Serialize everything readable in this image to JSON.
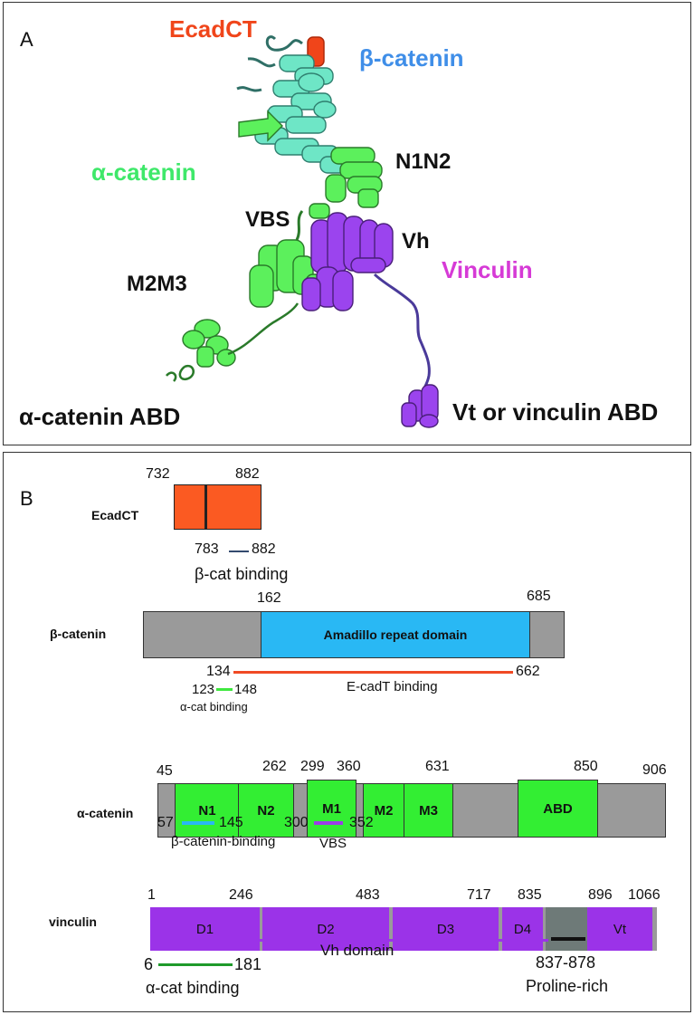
{
  "panelA": {
    "letter": "A",
    "labels": {
      "ecadct": "EcadCT",
      "beta_catenin": "β-catenin",
      "alpha_catenin": "α-catenin",
      "n1n2": "N1N2",
      "vbs": "VBS",
      "vh": "Vh",
      "vinculin": "Vinculin",
      "m2m3": "M2M3",
      "alpha_abd": "α-catenin ABD",
      "vt": "Vt or vinculin ABD"
    },
    "colors": {
      "ecadct": "#f0451a",
      "beta": "#3f8ee8",
      "alpha": "#3fe86a",
      "vinculin": "#d63ad6",
      "beta_structure": "#6ee6c6",
      "alpha_structure": "#5cf05c",
      "vinculin_structure": "#9b44ee"
    }
  },
  "panelB": {
    "letter": "B",
    "ecadct": {
      "name": "EcadCT",
      "start": "732",
      "end": "882",
      "binding_start": "783",
      "binding_end": "882",
      "binding_label": "β-cat binding",
      "color": "#fb5a22"
    },
    "beta": {
      "name": "β-catenin",
      "start": "162",
      "end": "685",
      "domain": "Amadillo repeat domain",
      "ecad_start": "134",
      "ecad_end": "662",
      "ecad_label": "E-cadT binding",
      "alpha_start": "123",
      "alpha_end": "148",
      "alpha_label": "α-cat binding",
      "domain_color": "#29b8f4",
      "ecad_line_color": "#f04a24",
      "alpha_line_color": "#3fe83f"
    },
    "alpha": {
      "name": "α-catenin",
      "numbers": [
        "45",
        "262",
        "299",
        "360",
        "631",
        "850",
        "906"
      ],
      "domains": [
        "N1",
        "N2",
        "M1",
        "M2",
        "M3",
        "ABD"
      ],
      "beta_start": "57",
      "beta_end": "145",
      "beta_label": "β-catenin-binding",
      "vbs_start": "300",
      "vbs_end": "352",
      "vbs_label": "VBS",
      "domain_color": "#33ee33",
      "beta_line_color": "#29b8f4",
      "vbs_line_color": "#9b3ee8"
    },
    "vinculin": {
      "name": "vinculin",
      "numbers": [
        "1",
        "246",
        "483",
        "717",
        "835",
        "896",
        "1066"
      ],
      "domains": [
        "D1",
        "D2",
        "D3",
        "D4",
        "Vt"
      ],
      "vh_label": "Vh domain",
      "alpha_start": "6",
      "alpha_end": "181",
      "alpha_label": "α-cat binding",
      "pro_range": "837-878",
      "pro_label": "Proline-rich",
      "domain_color": "#9b33e8",
      "linker_color": "#6e7a78",
      "alpha_line_color": "#1e9a2a"
    },
    "gray": "#9a9a9a"
  }
}
